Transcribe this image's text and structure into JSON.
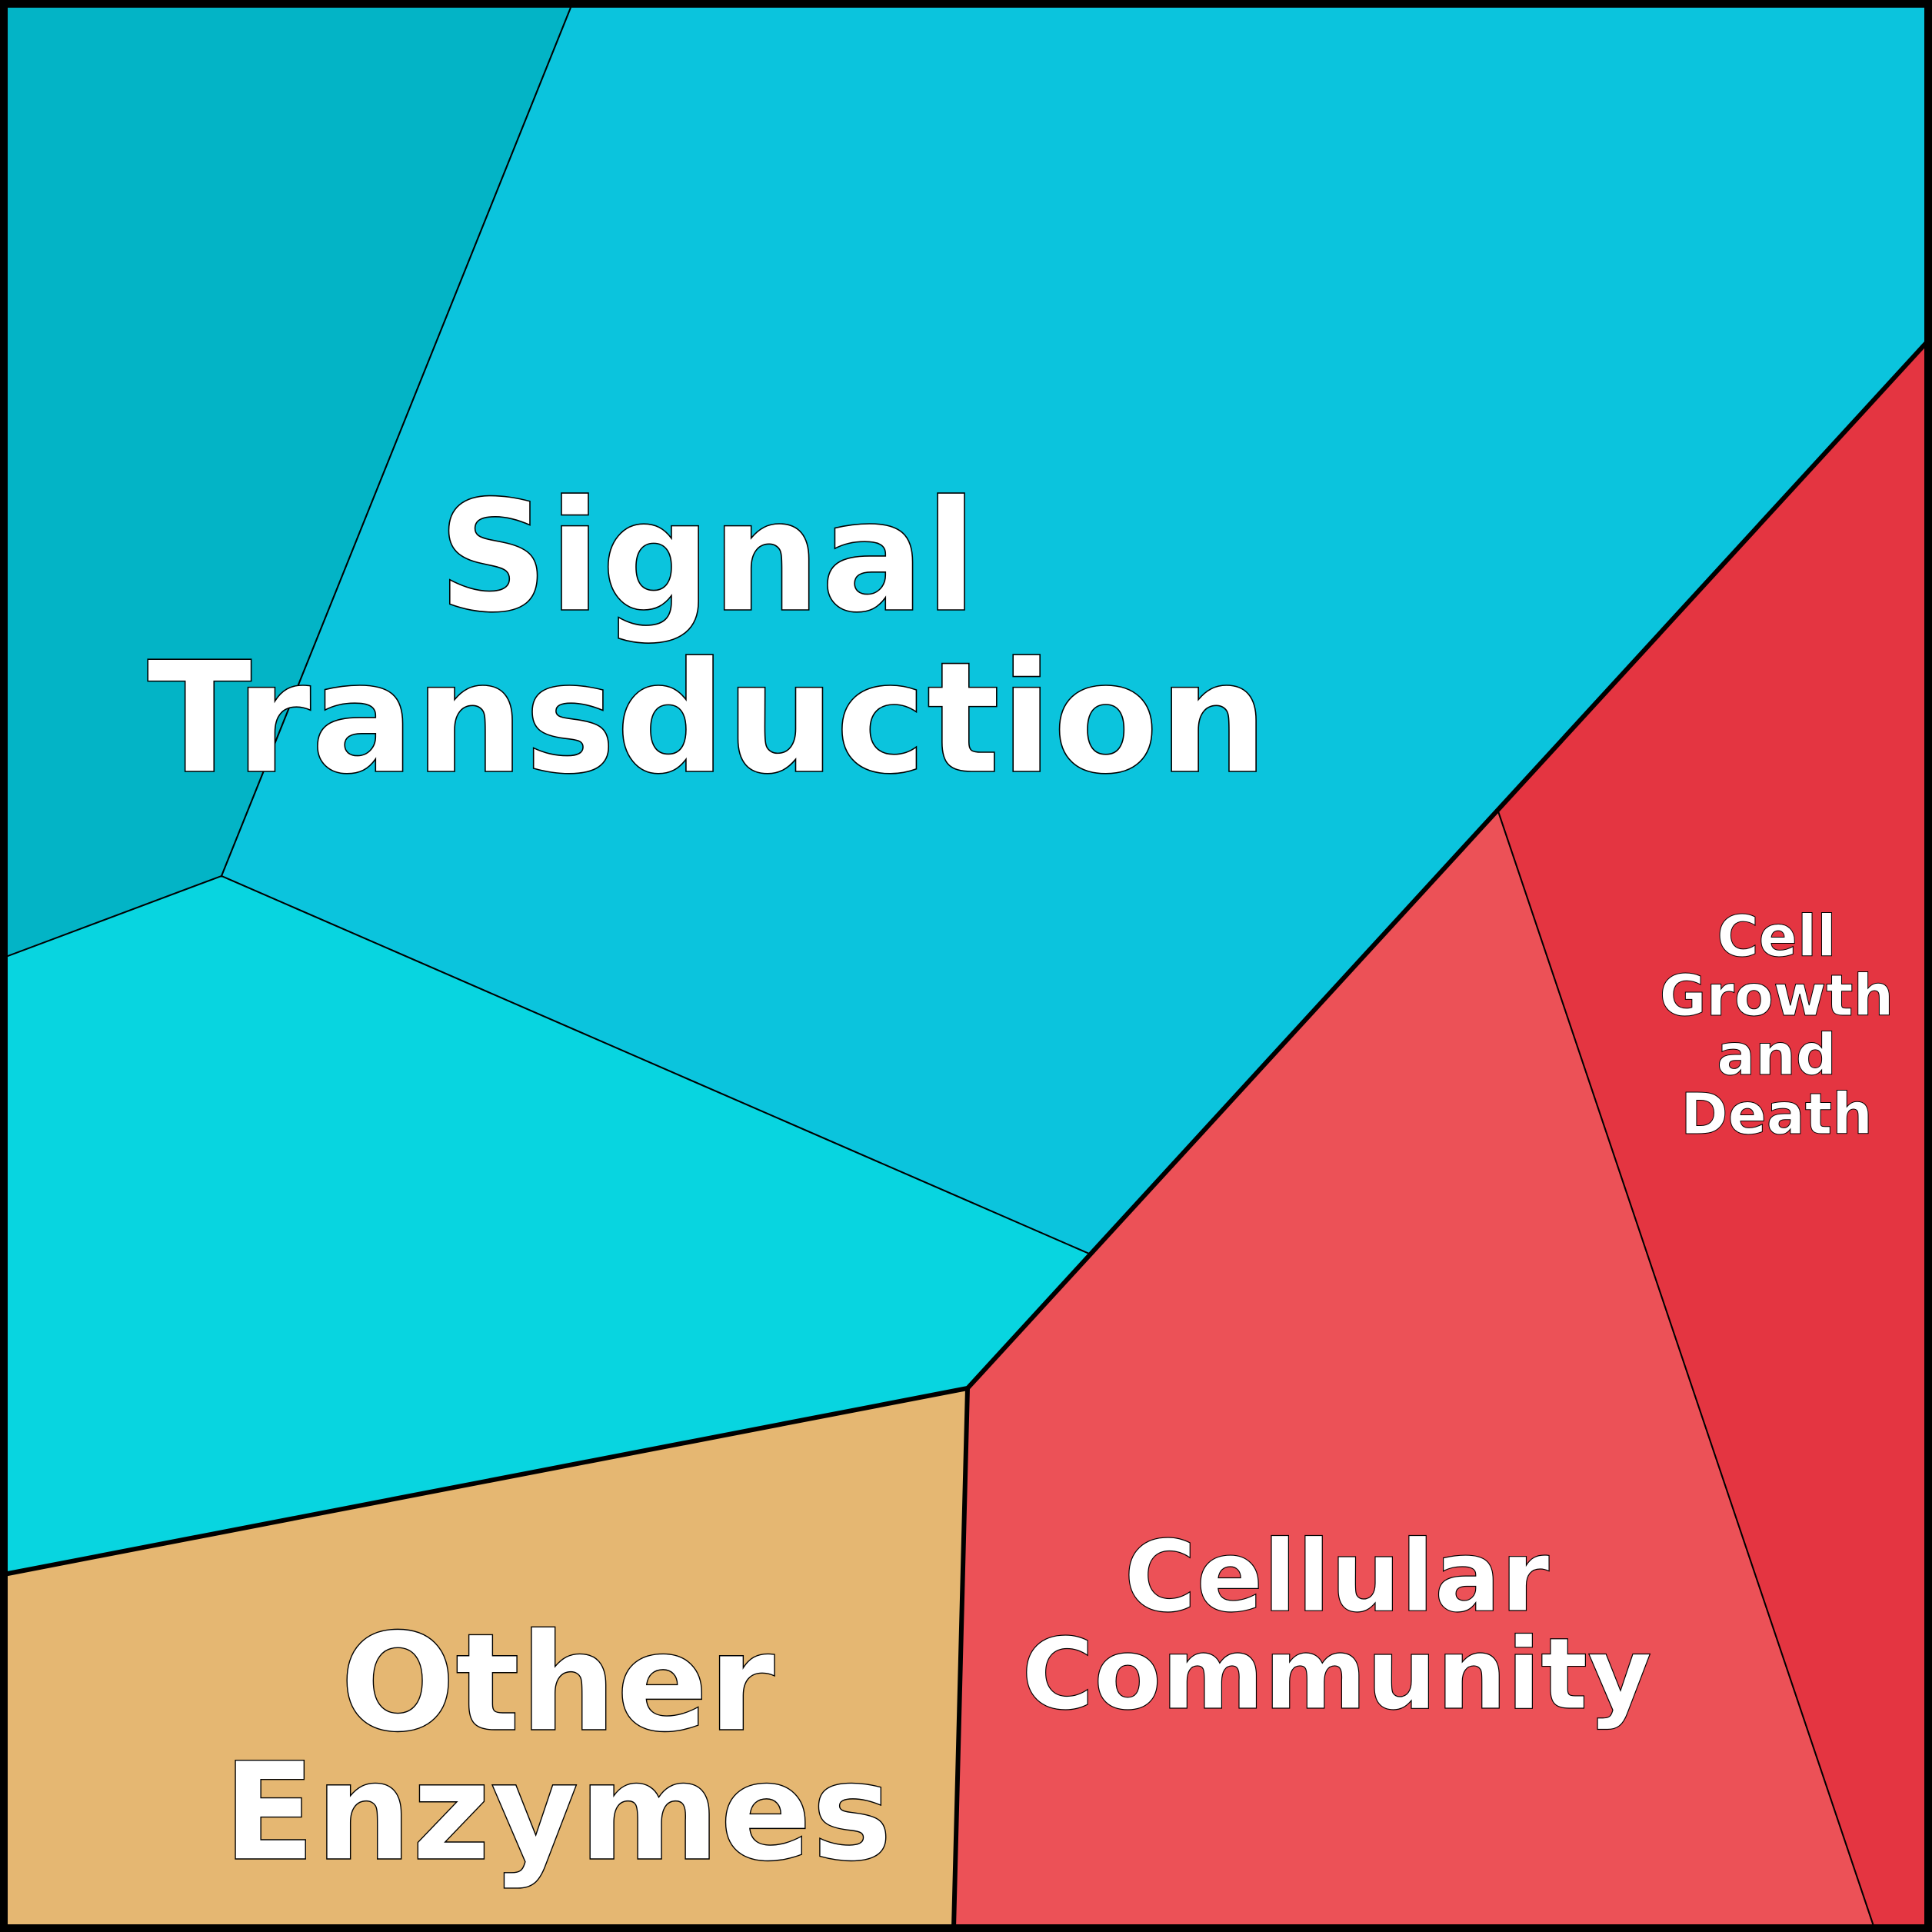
{
  "chart_data": {
    "type": "treemap",
    "style": "voronoi",
    "frame_color": "#000000",
    "label_color": "#ffffff",
    "cells": [
      {
        "id": "unlabeled-top-left",
        "group": "blue",
        "label_lines": [],
        "color": "#03b4c6"
      },
      {
        "id": "signal-transduction",
        "group": "blue",
        "label_lines": [
          "Signal",
          "Transduction"
        ],
        "color": "#0bc4dd"
      },
      {
        "id": "unlabeled-middle-left",
        "group": "blue",
        "label_lines": [],
        "color": "#08d5e0"
      },
      {
        "id": "other-enzymes",
        "group": "tan",
        "label_lines": [
          "Other",
          "Enzymes"
        ],
        "color": "#e5b772"
      },
      {
        "id": "cellular-community",
        "group": "red",
        "label_lines": [
          "Cellular",
          "Community"
        ],
        "color": "#ec5157"
      },
      {
        "id": "cell-growth-and-death",
        "group": "red",
        "label_lines": [
          "Cell",
          "Growth",
          "and",
          "Death"
        ],
        "color": "#e43541"
      }
    ]
  }
}
